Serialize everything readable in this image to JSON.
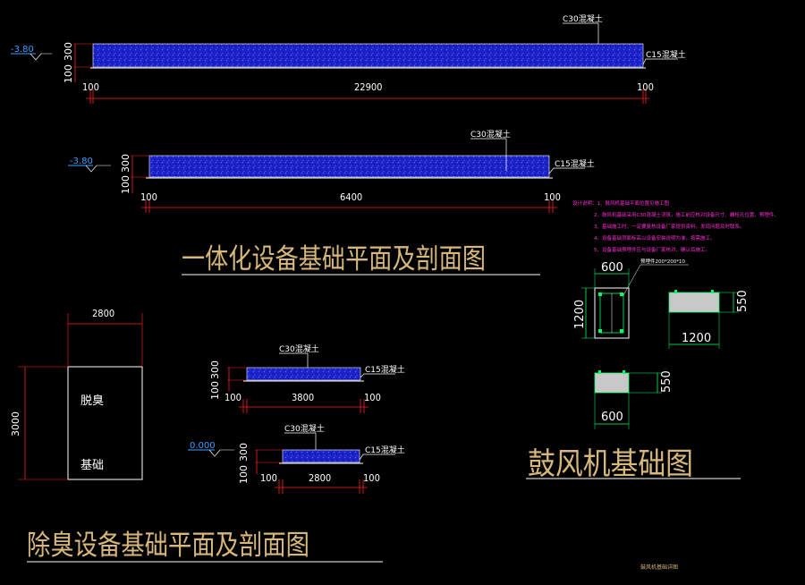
{
  "colors": {
    "background": "#000000",
    "concrete_fill": "#1a22c8",
    "dimension": "#ff2020",
    "text": "#ffffff",
    "elevation": "#3aa0ff",
    "title": "#d7b77a",
    "notes": "#ff2bd6",
    "detail": "#00ff66"
  },
  "section1": {
    "elevation": "-3.80",
    "dim_300": "300",
    "dim_100": "100",
    "label_c30": "C30混凝土",
    "label_c15": "C15混凝土",
    "left": "100",
    "length": "22900",
    "right": "100"
  },
  "section2": {
    "elevation": "-3.80",
    "dim_300": "300",
    "dim_100": "100",
    "label_c30": "C30混凝土",
    "label_c15": "C15混凝土",
    "left": "100",
    "length": "6400",
    "right": "100"
  },
  "title_integrated": "一体化设备基础平面及剖面图",
  "deodor_plan": {
    "width": "2800",
    "height": "3000",
    "text_line1": "脱臭",
    "text_line2": "基础"
  },
  "section3": {
    "dim_300": "300",
    "dim_100": "100",
    "label_c30": "C30混凝土",
    "label_c15": "C15混凝土",
    "left": "100",
    "length": "3800",
    "right": "100"
  },
  "section4": {
    "elevation": "0.000",
    "dim_300": "300",
    "dim_100": "100",
    "label_c30": "C30混凝土",
    "label_c15": "C15混凝土",
    "left": "100",
    "length": "2800",
    "right": "100"
  },
  "title_deodor": "除臭设备基础平面及剖面图",
  "notes": [
    "设计说明：1、鼓风机基础平面位置见施工图",
    "2、鼓风机基础采用C30混凝土浇筑，施工前应核对设备尺寸、螺栓孔位置、预埋件、",
    "3、基础施工时，一定要复核设备厂家提供资料，发现问题及时联系。",
    "4、设备基础顶面标高以设备安装说明为准，按需施工。",
    "5、设备基础预埋件应与设备厂家核对，确认后施工。"
  ],
  "fan": {
    "plan_width": "600",
    "plan_height": "1200",
    "side_width": "1200",
    "side_height": "550",
    "front_width": "600",
    "front_height": "550",
    "bolt_label": "预埋件200*200*10"
  },
  "title_fan": "鼓风机基础图",
  "footer_label": "鼓风机基础详图"
}
